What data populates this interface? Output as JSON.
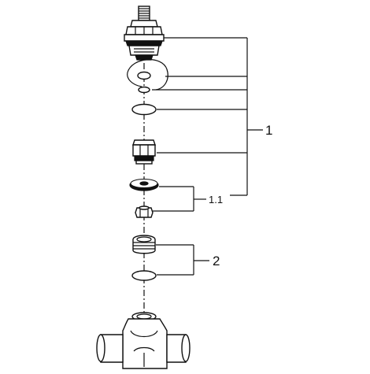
{
  "diagram": {
    "callouts": [
      {
        "id": "c1",
        "label": "1"
      },
      {
        "id": "c11",
        "label": "1.1"
      },
      {
        "id": "c2",
        "label": "2"
      }
    ]
  }
}
